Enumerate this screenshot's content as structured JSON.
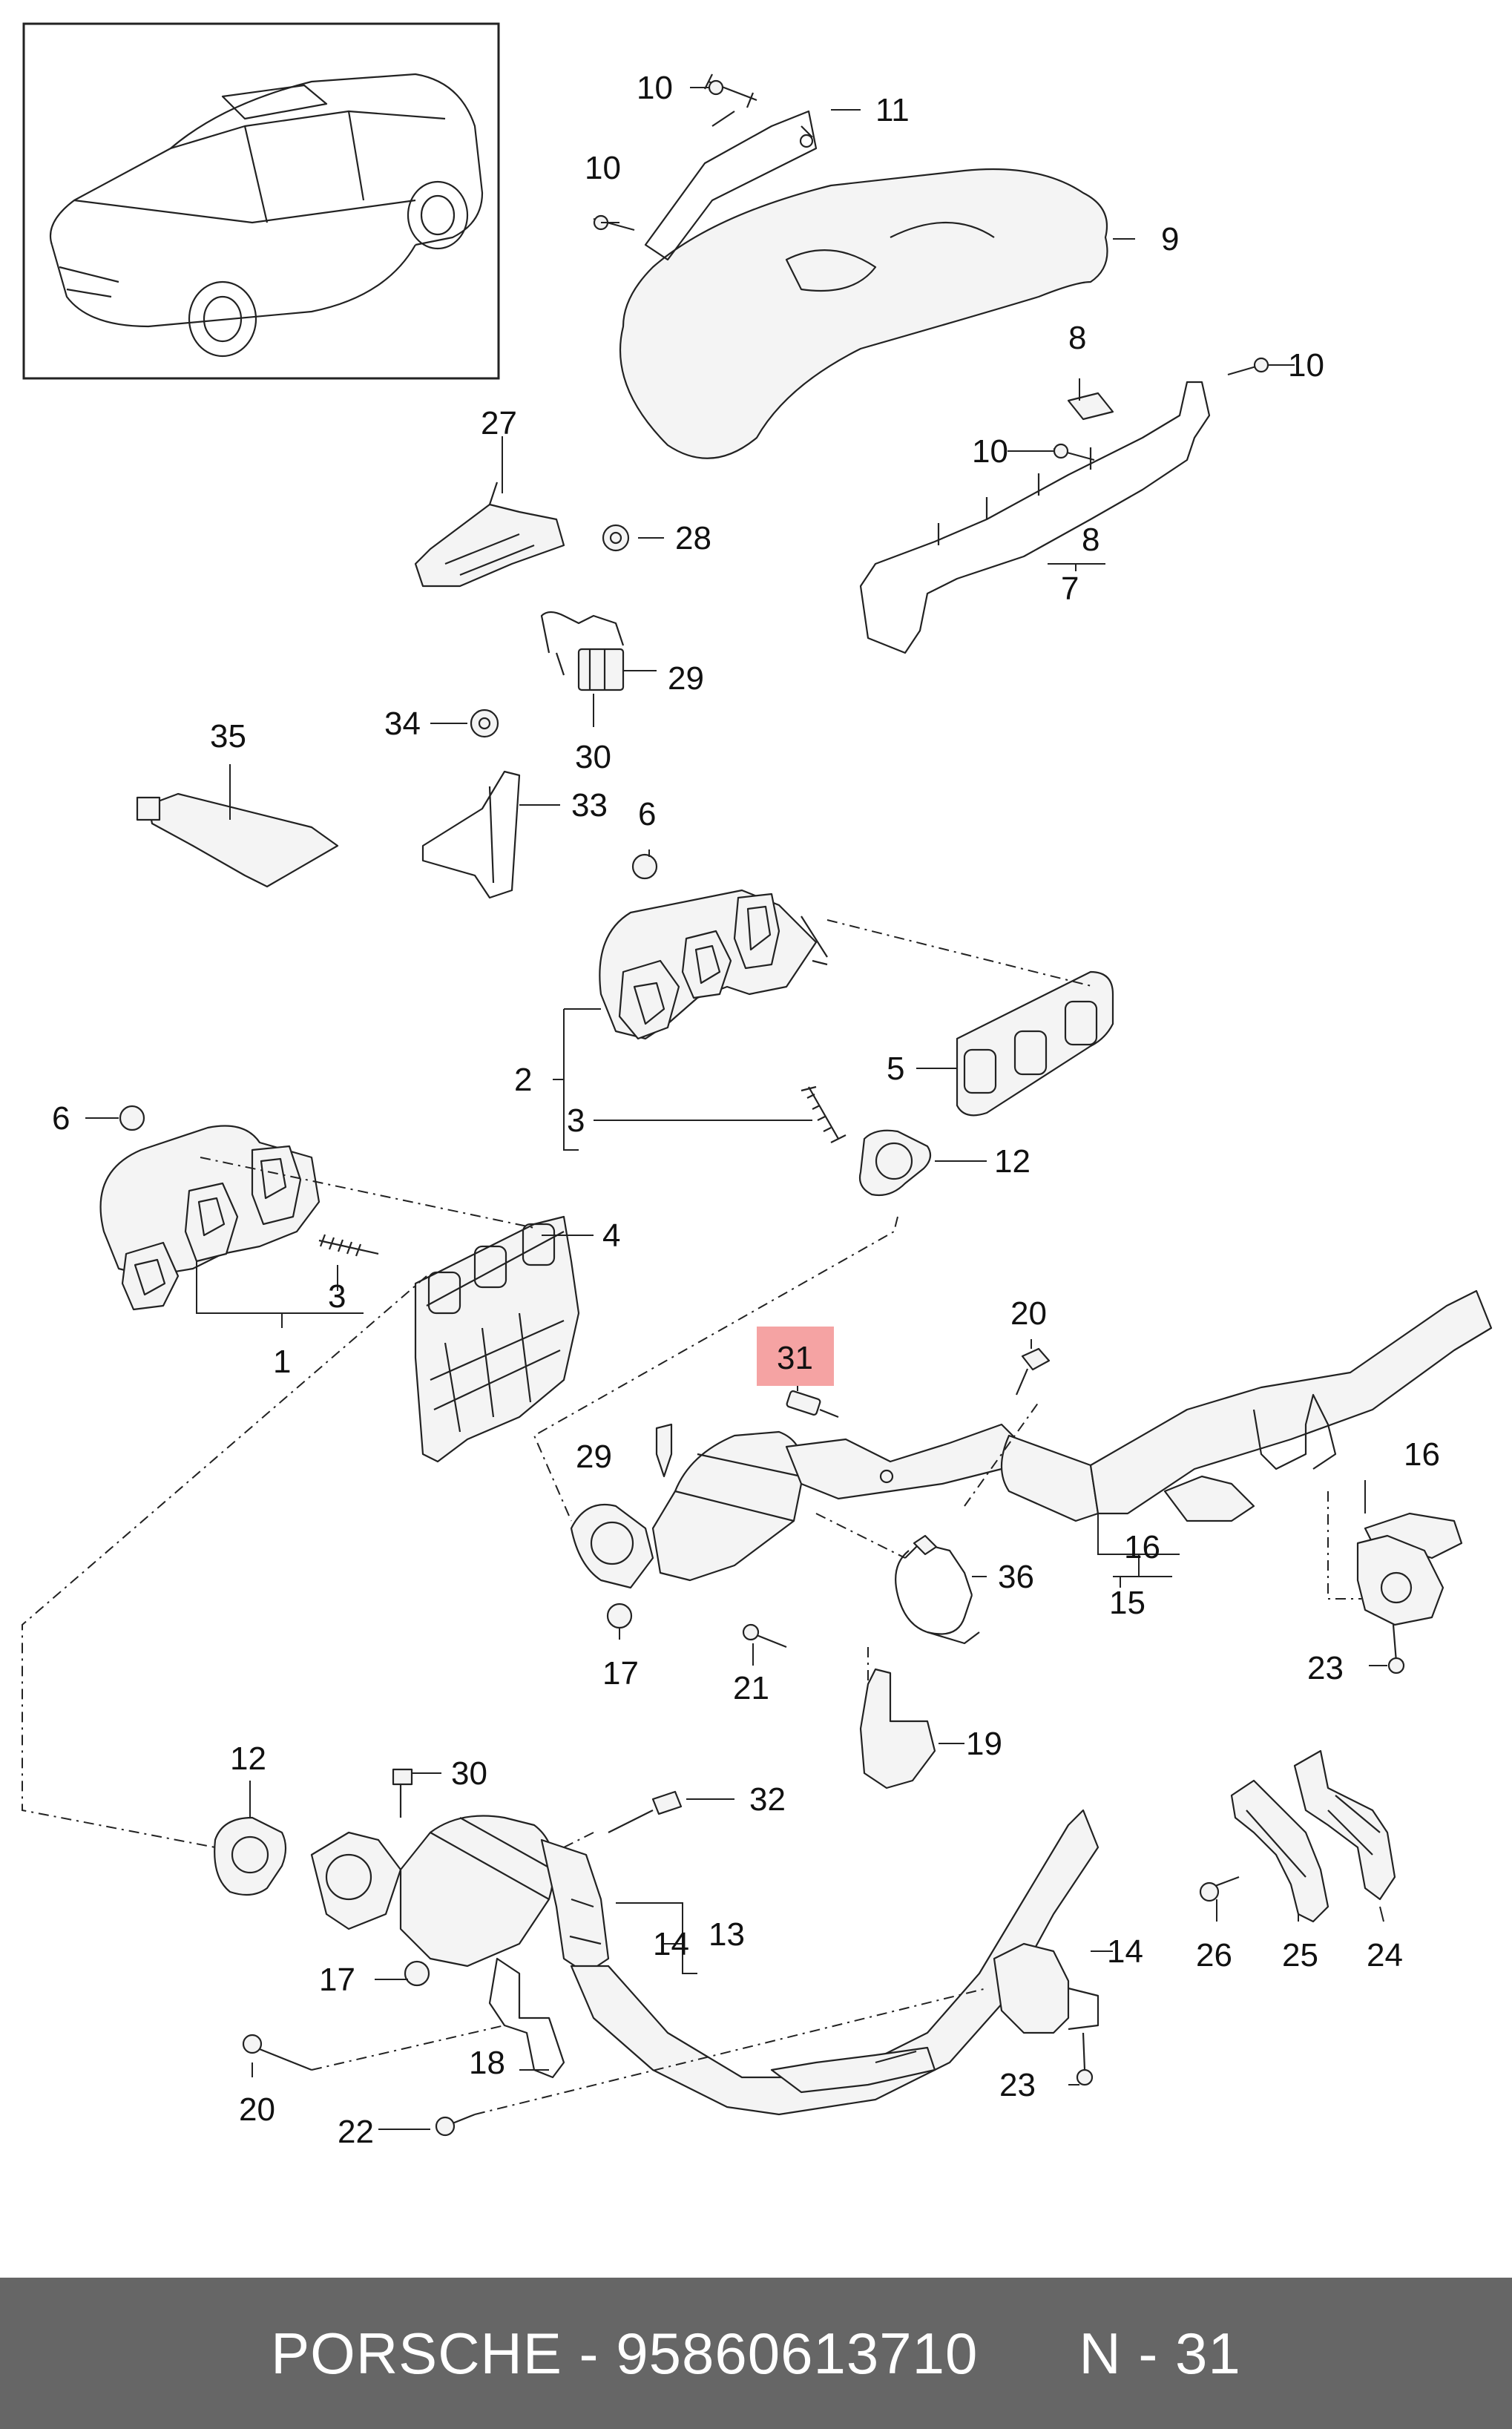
{
  "footer": {
    "text": "PORSCHE - 95860613710      N - 31"
  },
  "highlight": {
    "callout": "31",
    "color": "#f5a3a3"
  },
  "colors": {
    "footer_bg": "#666666",
    "line": "#222222"
  },
  "callouts": {
    "c10a": "10",
    "c11": "11",
    "c10b": "10",
    "c9": "9",
    "c8a": "8",
    "c10c": "10",
    "c10d": "10",
    "c8b": "8",
    "c7": "7",
    "c27": "27",
    "c28": "28",
    "c29a": "29",
    "c30a": "30",
    "c34": "34",
    "c35": "35",
    "c33": "33",
    "c6a": "6",
    "c2": "2",
    "c3a": "3",
    "c5": "5",
    "c12a": "12",
    "c6b": "6",
    "c4": "4",
    "c3b": "3",
    "c1": "1",
    "c31": "31",
    "c20a": "20",
    "c29b": "29",
    "c16a": "16",
    "c16b": "16",
    "c15": "15",
    "c36": "36",
    "c17a": "17",
    "c21": "21",
    "c23a": "23",
    "c19": "19",
    "c12b": "12",
    "c30b": "30",
    "c32": "32",
    "c14a": "14",
    "c13": "13",
    "c17b": "17",
    "c14b": "14",
    "c26": "26",
    "c25": "25",
    "c24": "24",
    "c20b": "20",
    "c18": "18",
    "c23b": "23",
    "c22": "22"
  }
}
